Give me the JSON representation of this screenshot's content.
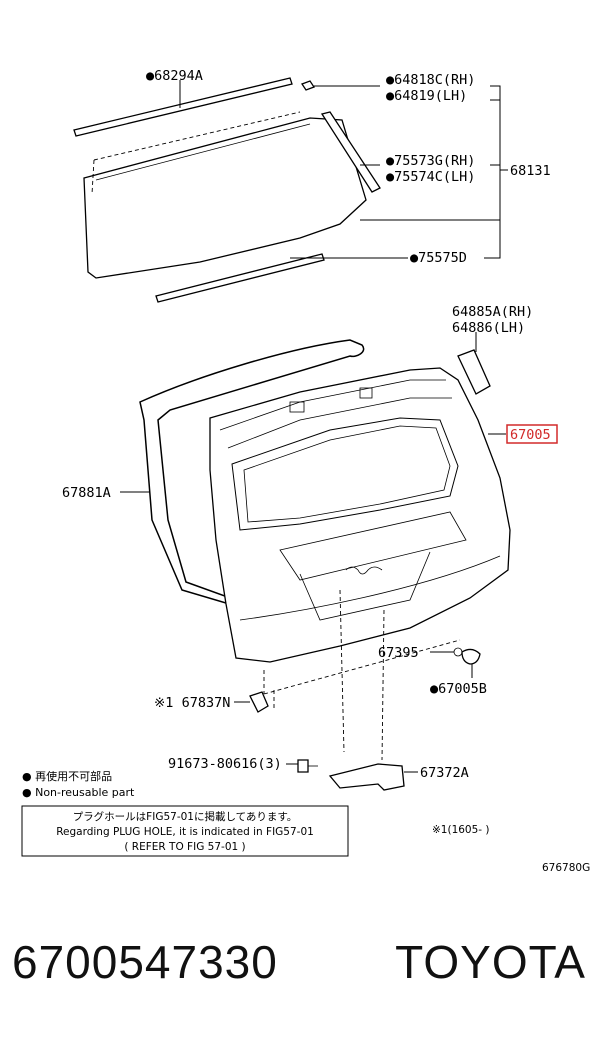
{
  "labels": {
    "l68294a": "●68294A",
    "l64818c": "●64818C(RH)",
    "l64819": "●64819(LH)",
    "l75573g": "●75573G(RH)",
    "l75574c": "●75574C(LH)",
    "l68131": "68131",
    "l75575d": "●75575D",
    "l64885a": "64885A(RH)",
    "l64886": "64886(LH)",
    "l67005": "67005",
    "l67881a": "67881A",
    "l67395": "67395",
    "l67005b": "●67005B",
    "l67837n": "※1 67837N",
    "l91673": "91673-80616(3)",
    "l67372a": "67372A"
  },
  "legend": {
    "reuse_jp": "● 再使用不可部品",
    "reuse_en": "● Non-reusable part"
  },
  "notebox": {
    "line1": "プラグホールはFIG57-01に掲載してあります。",
    "line2": "Regarding PLUG HOLE, it is indicated in FIG57-01",
    "line3": "( REFER TO FIG 57-01 )"
  },
  "footnote": "※1(1605-        )",
  "figure_code": "676780G",
  "part_number": "6700547330",
  "brand": "TOYOTA",
  "highlight_color": "#d22a2a"
}
